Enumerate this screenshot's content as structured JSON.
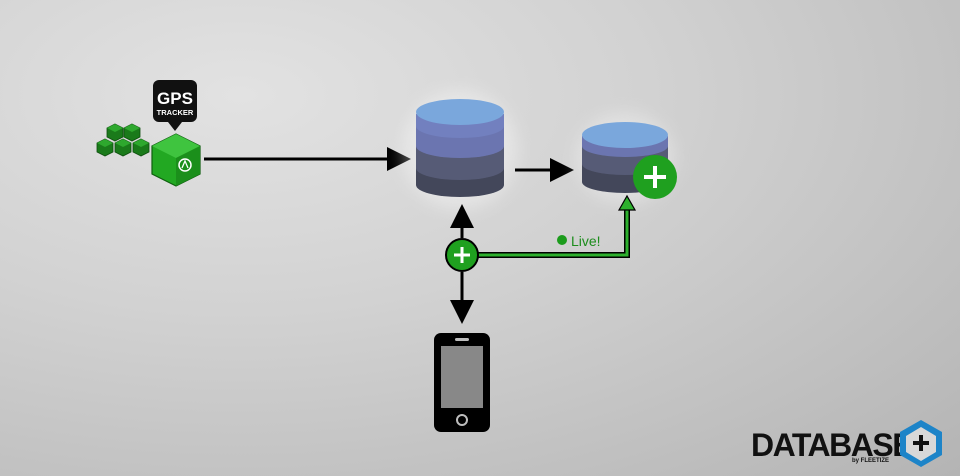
{
  "gps_badge": {
    "line1": "GPS",
    "line2": "TRACKER"
  },
  "live_label": "Live!",
  "logo": {
    "word": "DATABASE",
    "byline": "by FLEETIZE"
  },
  "colors": {
    "green": "#22a022",
    "green_dark": "#146a14",
    "live_text": "#1c8c1c",
    "arrow": "#000000",
    "db_top": "#7aa7dc",
    "db_mid": "#6b75b0",
    "db_low": "#565b76",
    "db_base": "#43475a",
    "logo_blue": "#1d84c8"
  },
  "icons": [
    "gps-tracker-badge-icon",
    "green-cubes-icon",
    "database-main-icon",
    "database-plus-icon",
    "plus-circle-icon",
    "smartphone-icon",
    "hexagon-plus-icon"
  ]
}
